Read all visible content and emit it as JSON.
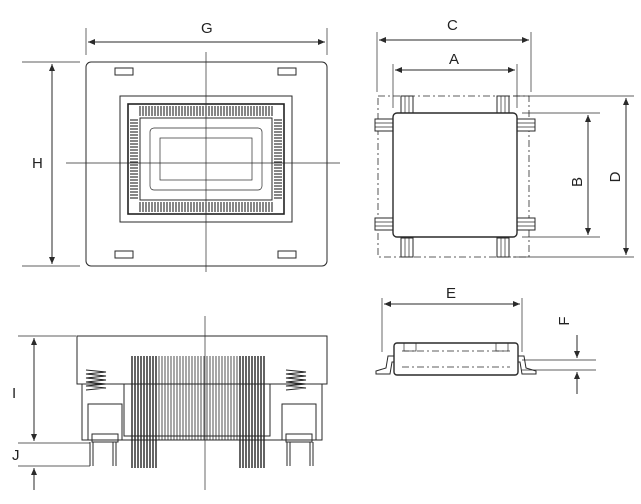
{
  "labels": {
    "G": "G",
    "H": "H",
    "C": "C",
    "A": "A",
    "B": "B",
    "D": "D",
    "E": "E",
    "F": "F",
    "I": "I",
    "J": "J"
  },
  "colors": {
    "line": "#2a2a2a",
    "background": "#ffffff"
  }
}
